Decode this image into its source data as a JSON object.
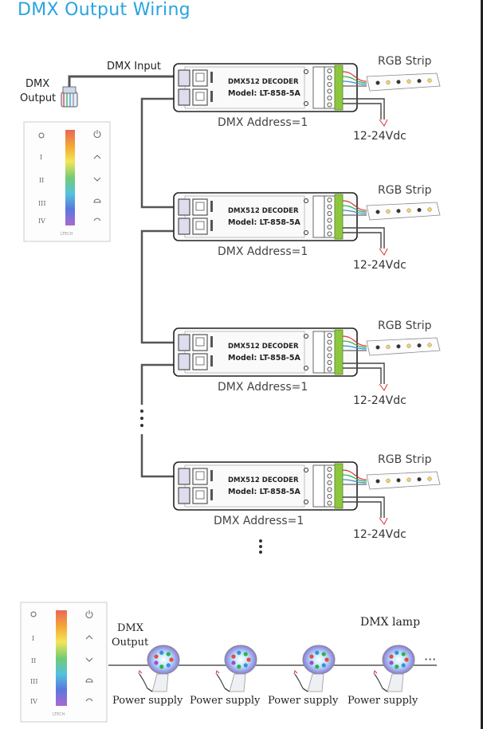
{
  "title": "DMX Output Wiring",
  "labels": {
    "dmx_input": "DMX Input",
    "dmx_output_line1": "DMX",
    "dmx_output_line2": "Output",
    "lamp_dmx_output_line1": "DMX",
    "lamp_dmx_output_line2": "Output",
    "dmx_lamp": "DMX lamp"
  },
  "decoders": [
    {
      "name": "DMX512 DECODER",
      "model": "Model: LT-858-5A",
      "address": "DMX Address=1",
      "strip": "RGB Strip",
      "power": "12-24Vdc"
    },
    {
      "name": "DMX512 DECODER",
      "model": "Model: LT-858-5A",
      "address": "DMX Address=1",
      "strip": "RGB Strip",
      "power": "12-24Vdc"
    },
    {
      "name": "DMX512 DECODER",
      "model": "Model: LT-858-5A",
      "address": "DMX Address=1",
      "strip": "RGB Strip",
      "power": "12-24Vdc"
    },
    {
      "name": "DMX512 DECODER",
      "model": "Model: LT-858-5A",
      "address": "DMX Address=1",
      "strip": "RGB Strip",
      "power": "12-24Vdc"
    }
  ],
  "panel": {
    "brand": "LTECH",
    "left_buttons": [
      "I",
      "II",
      "III",
      "IV"
    ],
    "right_icons": [
      "power-icon",
      "chevron-up-icon",
      "chevron-down-icon",
      "speed-icon",
      "mode-icon"
    ]
  },
  "lamps": [
    {
      "power_label": "Power supply"
    },
    {
      "power_label": "Power supply"
    },
    {
      "power_label": "Power supply"
    },
    {
      "power_label": "Power supply"
    }
  ],
  "colors": {
    "title": "#2aa3e0",
    "terminal": "#8dc63f",
    "wire_red": "#e0303a",
    "wire_green": "#2db24a",
    "wire_blue": "#3a8fd8"
  }
}
